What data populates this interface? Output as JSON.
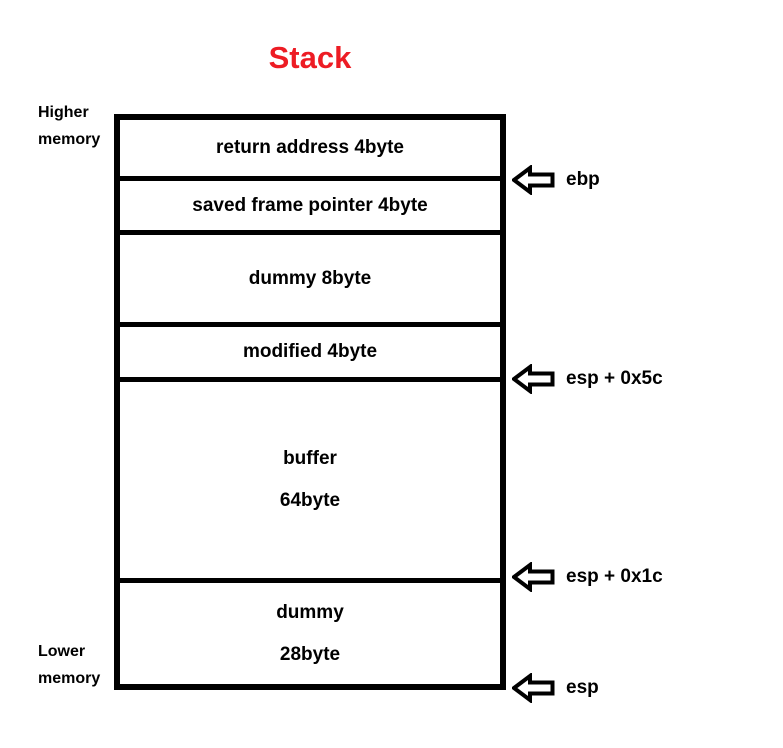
{
  "title": {
    "text": "Stack",
    "color": "#ed1c24"
  },
  "memory_labels": {
    "higher_line1": "Higher",
    "higher_line2": "memory",
    "lower_line1": "Lower",
    "lower_line2": "memory"
  },
  "stack": {
    "rows": [
      {
        "line1": "return address 4byte"
      },
      {
        "line1": "saved frame pointer 4byte"
      },
      {
        "line1": "dummy 8byte"
      },
      {
        "line1": "modified 4byte"
      },
      {
        "line1": "buffer",
        "line2": "64byte"
      },
      {
        "line1": "dummy",
        "line2": "28byte"
      }
    ]
  },
  "pointers": [
    {
      "label": "ebp"
    },
    {
      "label": "esp + 0x5c"
    },
    {
      "label": "esp + 0x1c"
    },
    {
      "label": "esp"
    }
  ],
  "colors": {
    "line": "#000000",
    "background": "#ffffff"
  }
}
